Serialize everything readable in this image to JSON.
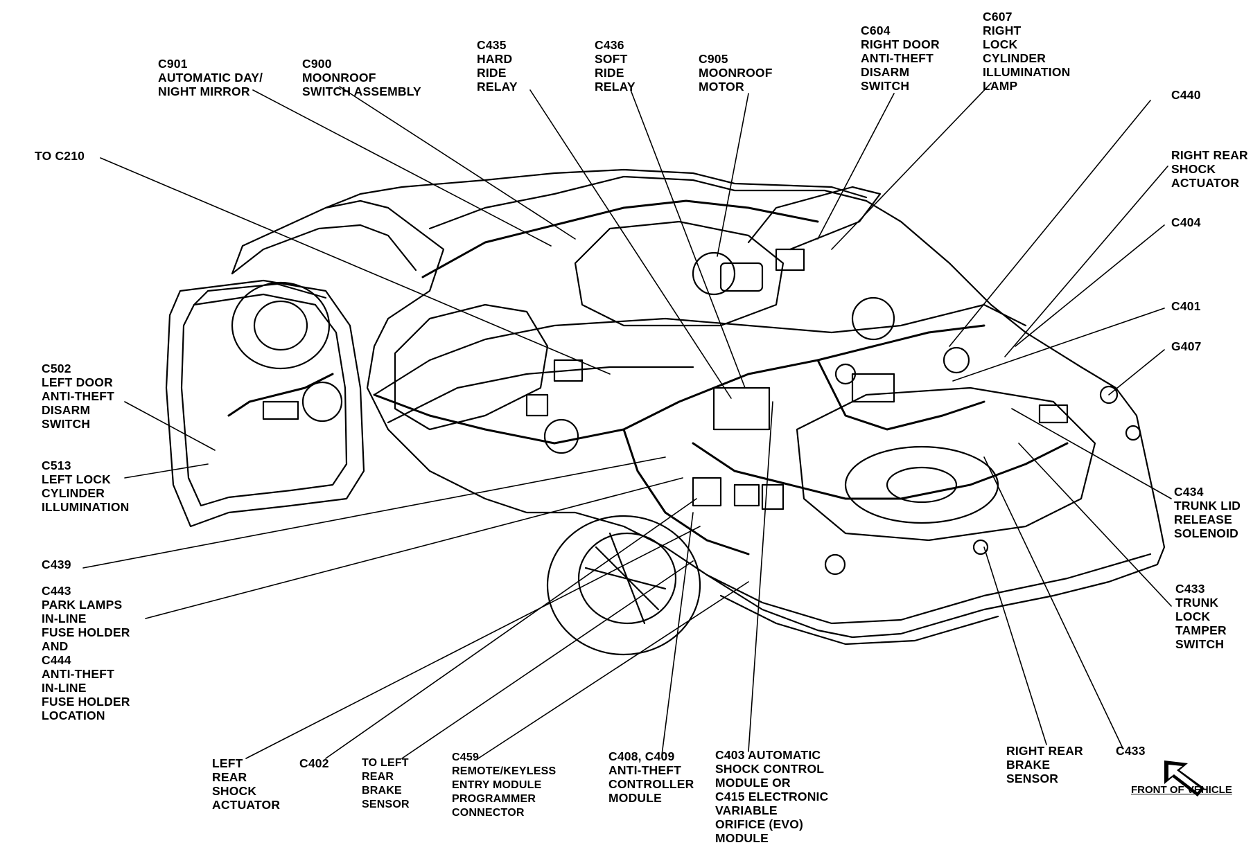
{
  "labels": {
    "c901": "C901\nAUTOMATIC DAY/\nNIGHT MIRROR",
    "c900": "C900\nMOONROOF\nSWITCH ASSEMBLY",
    "c435": "C435\nHARD\nRIDE\nRELAY",
    "c436": "C436\nSOFT\nRIDE\nRELAY",
    "c905": "C905\nMOONROOF\nMOTOR",
    "c604": "C604\nRIGHT DOOR\nANTI-THEFT\nDISARM\nSWITCH",
    "c607": "C607\nRIGHT\nLOCK\nCYLINDER\nILLUMINATION\nLAMP",
    "c440": "C440",
    "to_c210": "TO C210",
    "right_rear_shock": "RIGHT REAR\nSHOCK\nACTUATOR",
    "c404": "C404",
    "c401": "C401",
    "g407": "G407",
    "c502": "C502\nLEFT DOOR\nANTI-THEFT\nDISARM\nSWITCH",
    "c513": "C513\nLEFT LOCK\nCYLINDER\nILLUMINATION",
    "c434": "C434\nTRUNK LID\nRELEASE\nSOLENOID",
    "c439": "C439",
    "c443": "C443\nPARK LAMPS\nIN-LINE\nFUSE HOLDER\nAND\nC444\nANTI-THEFT\nIN-LINE\nFUSE HOLDER\nLOCATION",
    "c433_tamper": "C433\nTRUNK\nLOCK\nTAMPER\nSWITCH",
    "left_rear_shock": "LEFT\nREAR\nSHOCK\nACTUATOR",
    "c402": "C402",
    "to_left_rear_brake": "TO LEFT\nREAR\nBRAKE\nSENSOR",
    "c459": "C459\nREMOTE/KEYLESS\nENTRY MODULE\nPROGRAMMER\nCONNECTOR",
    "c408": "C408, C409\nANTI-THEFT\nCONTROLLER\nMODULE",
    "c403": "C403 AUTOMATIC\nSHOCK CONTROL\nMODULE OR\nC415 ELECTRONIC\nVARIABLE\nORIFICE (EVO)\nMODULE",
    "right_rear_brake": "RIGHT REAR\nBRAKE\nSENSOR",
    "c433_bottom": "C433",
    "front_of_vehicle": "FRONT OF VEHICLE"
  },
  "icons": {
    "front_arrow": "arrow-pointing-front-icon"
  }
}
